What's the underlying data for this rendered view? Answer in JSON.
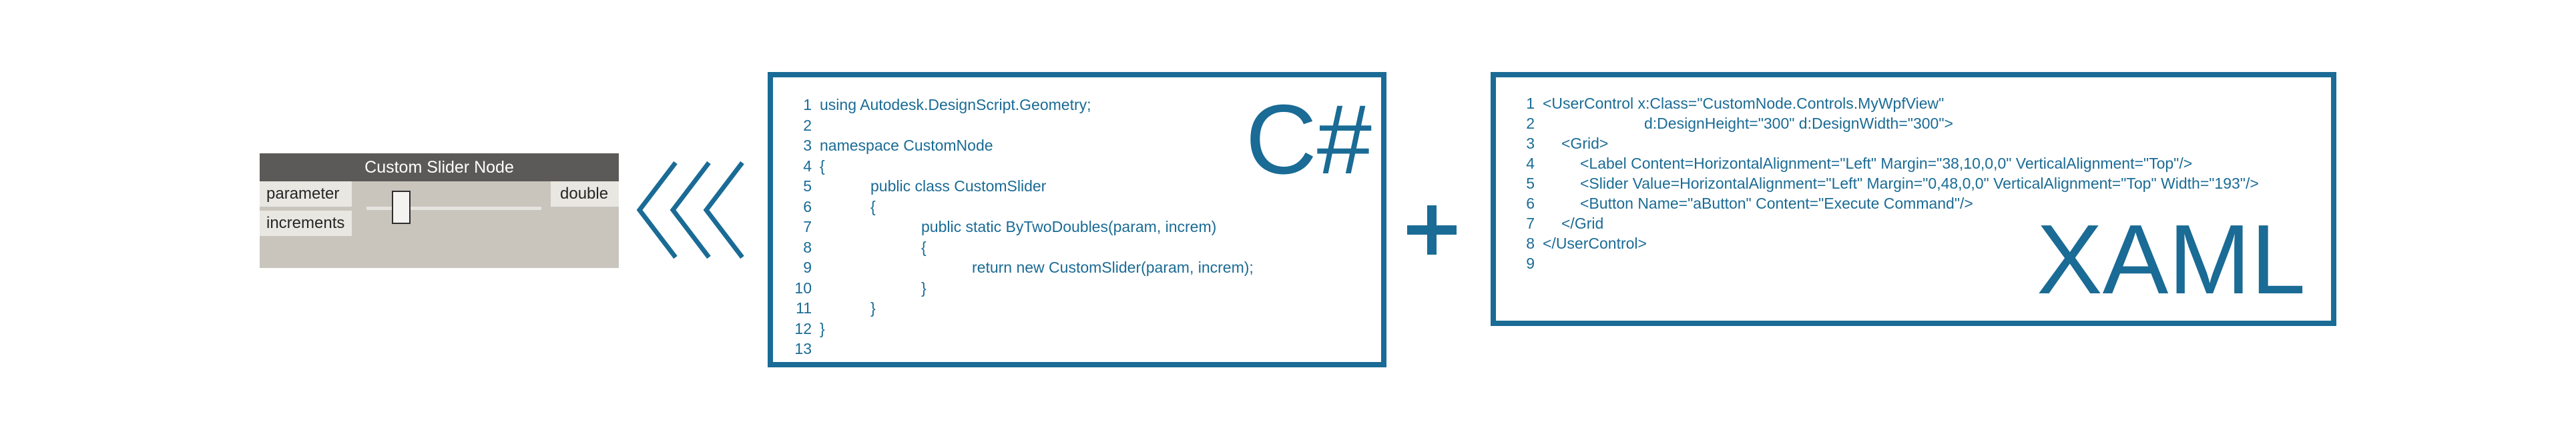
{
  "node": {
    "title": "Custom Slider Node",
    "inputs": [
      "parameter",
      "increments"
    ],
    "output": "double",
    "slider_value": 0.2
  },
  "csharp": {
    "label": "C#",
    "lines": [
      {
        "n": "1",
        "indent": 0,
        "text": "using Autodesk.DesignScript.Geometry;"
      },
      {
        "n": "2",
        "indent": 0,
        "text": ""
      },
      {
        "n": "3",
        "indent": 0,
        "text": "namespace CustomNode"
      },
      {
        "n": "4",
        "indent": 0,
        "text": "{"
      },
      {
        "n": "5",
        "indent": 1,
        "text": "public class CustomSlider"
      },
      {
        "n": "6",
        "indent": 1,
        "text": "{"
      },
      {
        "n": "7",
        "indent": 2,
        "text": "public static ByTwoDoubles(param, increm)"
      },
      {
        "n": "8",
        "indent": 2,
        "text": "{"
      },
      {
        "n": "9",
        "indent": 3,
        "text": "return new CustomSlider(param, increm);"
      },
      {
        "n": "10",
        "indent": 2,
        "text": "}"
      },
      {
        "n": "11",
        "indent": 1,
        "text": "}"
      },
      {
        "n": "12",
        "indent": 0,
        "text": "}"
      },
      {
        "n": "13",
        "indent": 0,
        "text": ""
      }
    ]
  },
  "xaml": {
    "label": "XAML",
    "lines": [
      {
        "n": "1",
        "indent": 0,
        "text": "<UserControl x:Class=\"CustomNode.Controls.MyWpfView\""
      },
      {
        "n": "2",
        "indent": 4,
        "text": "d:DesignHeight=\"300\" d:DesignWidth=\"300\">"
      },
      {
        "n": "3",
        "indent": 1,
        "text": "<Grid>"
      },
      {
        "n": "4",
        "indent": 2,
        "text": "<Label Content=HorizontalAlignment=\"Left\" Margin=\"38,10,0,0\" VerticalAlignment=\"Top\"/>"
      },
      {
        "n": "5",
        "indent": 2,
        "text": "<Slider Value=HorizontalAlignment=\"Left\" Margin=\"0,48,0,0\" VerticalAlignment=\"Top\" Width=\"193\"/>"
      },
      {
        "n": "6",
        "indent": 2,
        "text": "<Button Name=\"aButton\" Content=\"Execute Command\"/>"
      },
      {
        "n": "7",
        "indent": 1,
        "text": "</Grid"
      },
      {
        "n": "8",
        "indent": 0,
        "text": "</UserControl>"
      },
      {
        "n": "9",
        "indent": 0,
        "text": ""
      }
    ]
  },
  "colors": {
    "accent": "#1a6b95",
    "node_header": "#5b5a58",
    "node_body": "#c9c5bd"
  },
  "icons": {
    "arrow": "triple-chevron-left-icon",
    "plus": "plus-icon"
  }
}
